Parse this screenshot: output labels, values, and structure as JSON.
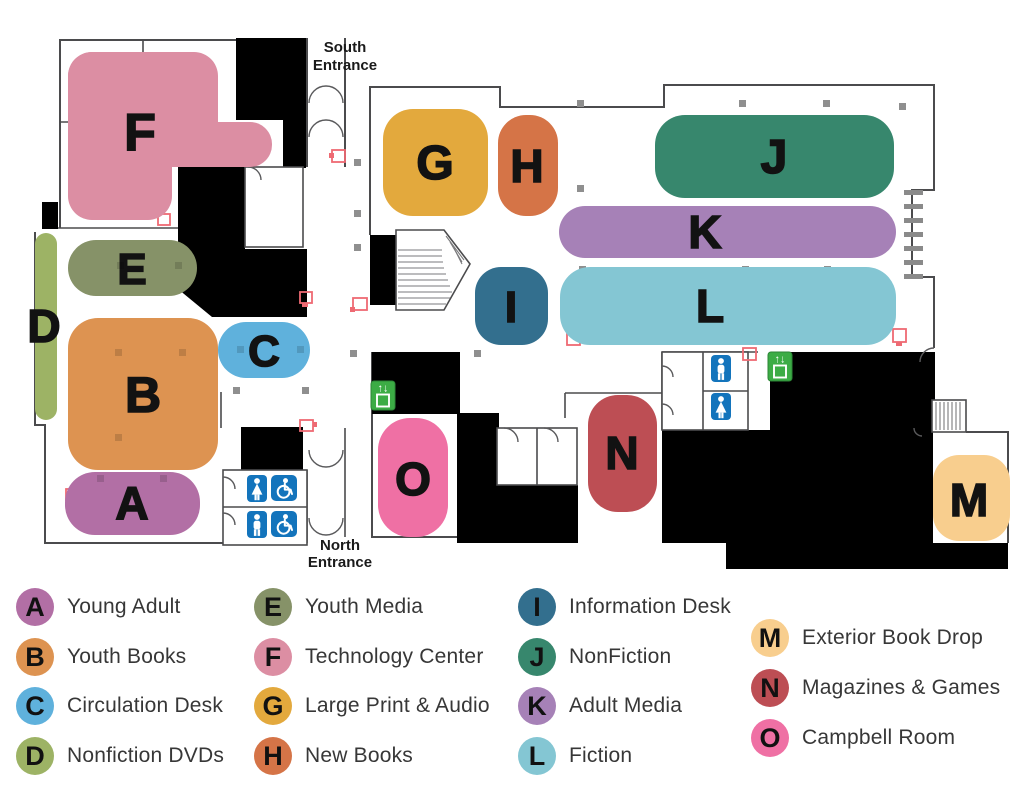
{
  "legend": {
    "items": [
      {
        "letter": "A",
        "label": "Young Adult",
        "color": "#B26FA5"
      },
      {
        "letter": "B",
        "label": "Youth Books",
        "color": "#DD9351"
      },
      {
        "letter": "C",
        "label": "Circulation Desk",
        "color": "#5FB1DC"
      },
      {
        "letter": "D",
        "label": "Nonfiction DVDs",
        "color": "#9DB365"
      },
      {
        "letter": "E",
        "label": "Youth Media",
        "color": "#869268"
      },
      {
        "letter": "F",
        "label": "Technology Center",
        "color": "#DC8EA3"
      },
      {
        "letter": "G",
        "label": "Large Print & Audio",
        "color": "#E3A93D"
      },
      {
        "letter": "H",
        "label": "New Books",
        "color": "#D57447"
      },
      {
        "letter": "I",
        "label": "Information Desk",
        "color": "#336F8E"
      },
      {
        "letter": "J",
        "label": "NonFiction",
        "color": "#37876D"
      },
      {
        "letter": "K",
        "label": "Adult Media",
        "color": "#A681B7"
      },
      {
        "letter": "L",
        "label": "Fiction",
        "color": "#84C6D3"
      },
      {
        "letter": "M",
        "label": "Exterior Book Drop",
        "color": "#F8CE8E"
      },
      {
        "letter": "N",
        "label": "Magazines & Games",
        "color": "#BD4E54"
      },
      {
        "letter": "O",
        "label": "Campbell Room",
        "color": "#EF70A4"
      }
    ]
  },
  "map": {
    "south_entrance": {
      "line1": "South",
      "line2": "Entrance"
    },
    "north_entrance": {
      "line1": "North",
      "line2": "Entrance"
    },
    "icons": {
      "elevator_arrows": "↑↓"
    }
  },
  "colors": {
    "wall": "#4b4b4d",
    "restroom_blue": "#1374BC",
    "elevator_green": "#3CAC45",
    "door_mark_red": "#EE6A73"
  }
}
